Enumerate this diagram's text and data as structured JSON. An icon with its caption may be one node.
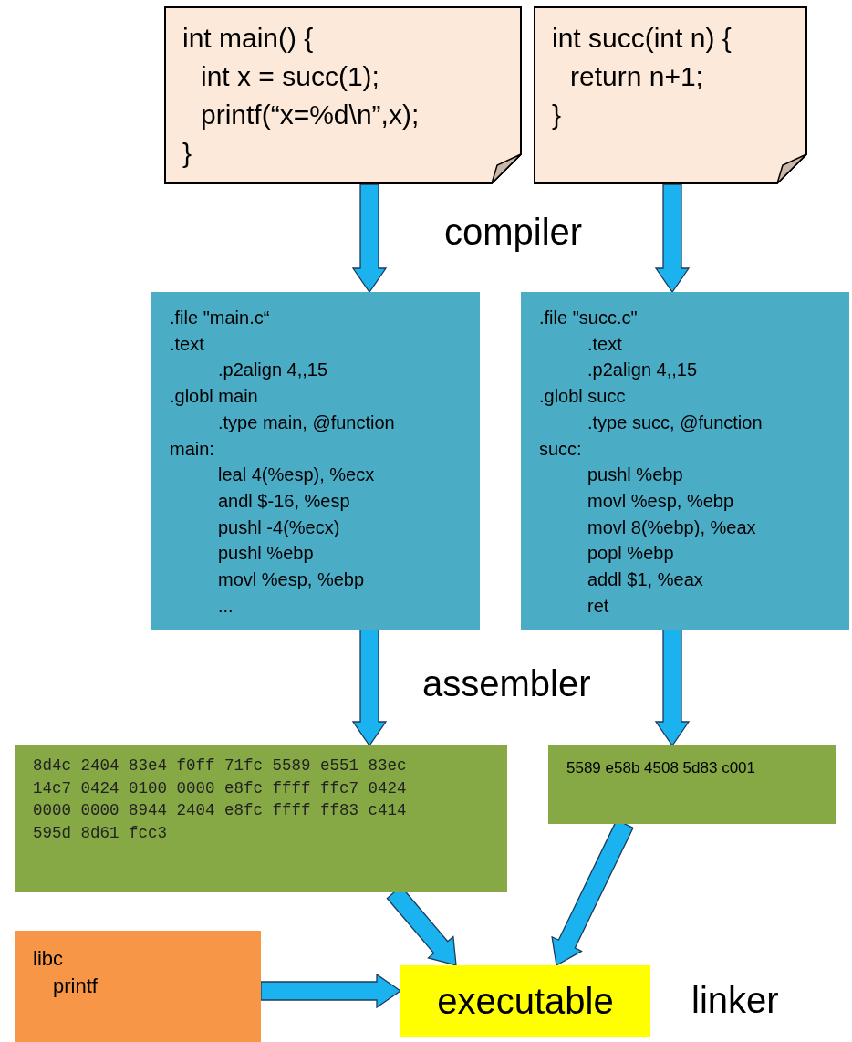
{
  "diagram": {
    "nodes": [
      {
        "text": [
          "int main() {",
          "int x = succ(1);",
          "printf(“x=%d\\n”,x);",
          "}"
        ]
      },
      {
        "text": [
          "int succ(int n) {",
          "return n+1;",
          "}"
        ]
      },
      {
        "text": [
          ".file \"main.c“",
          ".text",
          ".p2align 4,,15",
          ".globl main",
          ".type main, @function",
          "main:",
          "leal 4(%esp), %ecx",
          "andl $-16, %esp",
          "pushl -4(%ecx)",
          "pushl %ebp",
          "movl %esp, %ebp",
          "..."
        ]
      },
      {
        "text": [
          ".file \"succ.c\"",
          ".text",
          ".p2align 4,,15",
          ".globl succ",
          ".type succ, @function",
          "succ:",
          "pushl %ebp",
          "movl %esp, %ebp",
          "movl 8(%ebp), %eax",
          "popl %ebp",
          "addl $1, %eax",
          "ret"
        ]
      },
      {
        "text": [
          "8d4c 2404 83e4 f0ff 71fc 5589 e551 83ec",
          "14c7 0424 0100 0000 e8fc ffff ffc7 0424",
          "0000 0000 8944 2404 e8fc ffff ff83 c414",
          "595d 8d61 fcc3"
        ]
      },
      {
        "text": [
          "5589 e58b 4508 5d83 c001"
        ]
      },
      {
        "text": [
          "libc",
          "printf"
        ]
      },
      {
        "text": [
          "executable"
        ]
      }
    ],
    "edges": [
      {
        "from": 0,
        "to": 2,
        "arrow": "to"
      },
      {
        "from": 1,
        "to": 3,
        "arrow": "to"
      },
      {
        "from": 2,
        "to": 4,
        "arrow": "to"
      },
      {
        "from": 3,
        "to": 5,
        "arrow": "to"
      },
      {
        "from": 4,
        "to": 7,
        "arrow": "to"
      },
      {
        "from": 5,
        "to": 7,
        "arrow": "to"
      },
      {
        "from": 6,
        "to": 7,
        "arrow": "to"
      }
    ],
    "labels": [
      "compiler",
      "assembler",
      "linker"
    ]
  }
}
